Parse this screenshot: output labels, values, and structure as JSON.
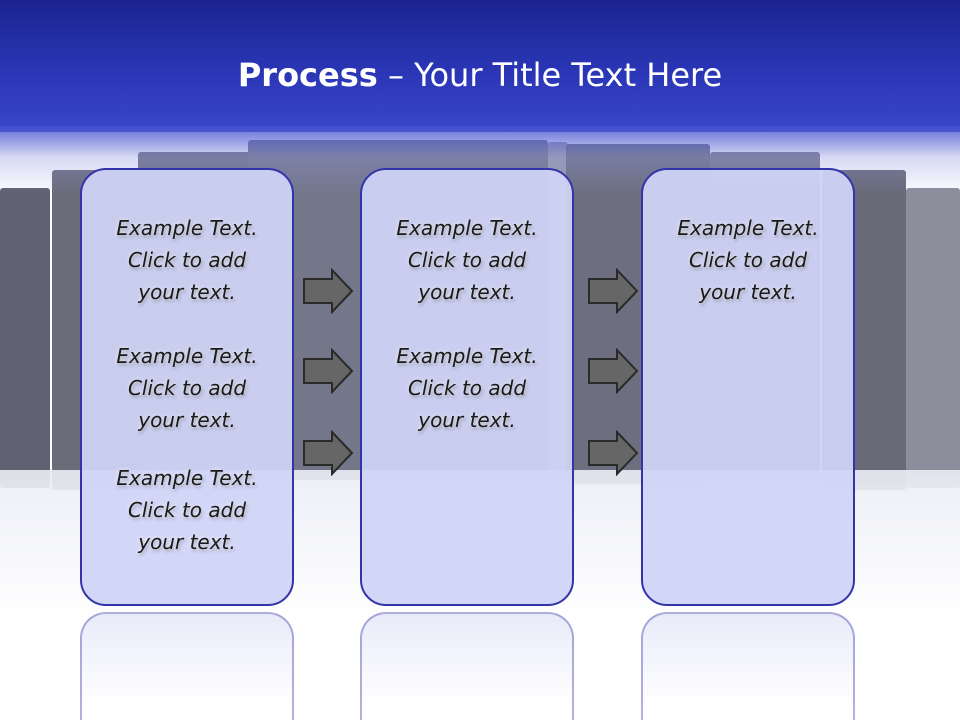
{
  "slide": {
    "title_bold": "Process",
    "title_rest": " – Your Title Text Here"
  },
  "columns": [
    {
      "blocks": [
        {
          "l1": "Example Text.",
          "l2": "Click  to add",
          "l3": "your text."
        },
        {
          "l1": "Example Text.",
          "l2": "Click  to add",
          "l3": "your text."
        },
        {
          "l1": "Example Text.",
          "l2": "Click  to add",
          "l3": "your text."
        }
      ]
    },
    {
      "blocks": [
        {
          "l1": "Example Text.",
          "l2": "Click  to add",
          "l3": "your text."
        },
        {
          "l1": "Example Text.",
          "l2": "Click  to add",
          "l3": "your text."
        }
      ]
    },
    {
      "blocks": [
        {
          "l1": "Example Text.",
          "l2": "Click  to add",
          "l3": "your text."
        }
      ]
    }
  ],
  "icons": [
    "arrow-right-icon"
  ],
  "colors": {
    "header": "#2a36b6",
    "box_fill": "#d0d4f6",
    "box_border": "#3333aa",
    "arrow_fill": "#666666"
  }
}
